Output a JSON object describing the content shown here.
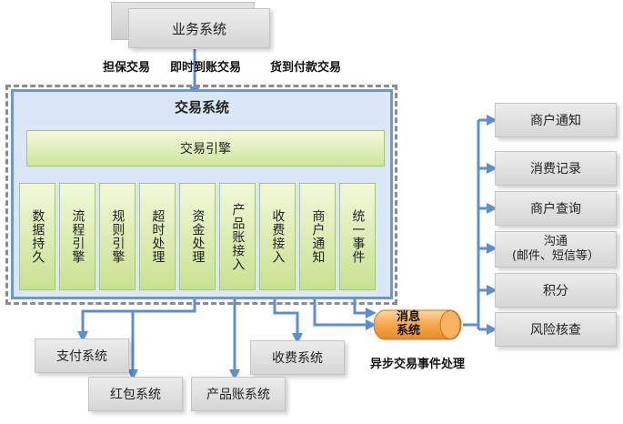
{
  "business_system": "业务系统",
  "trade_types": [
    "担保交易",
    "即时到账交易",
    "货到付款交易"
  ],
  "trade_system": {
    "title": "交易系统",
    "engine": "交易引擎",
    "modules": [
      "数据持久",
      "流程引擎",
      "规则引擎",
      "超时处理",
      "资金处理",
      "产品账接入",
      "收费接入",
      "商户通知",
      "统一事件"
    ]
  },
  "downstream": {
    "pay": "支付系统",
    "redpacket": "红包系统",
    "fee": "收费系统",
    "product_account": "产品账系统"
  },
  "message_queue": {
    "line1": "消息",
    "line2": "系统",
    "caption": "异步交易事件处理"
  },
  "consumers": [
    "商户通知",
    "消费记录",
    "商户查询",
    "沟通",
    "(邮件、短信等）",
    "积分",
    "风险核查"
  ],
  "colors": {
    "arrow": "#5b8fd1",
    "trade_border": "#6f97cc",
    "engine_fill": "#cfe59c",
    "mq_fill": "#f5a64a"
  }
}
